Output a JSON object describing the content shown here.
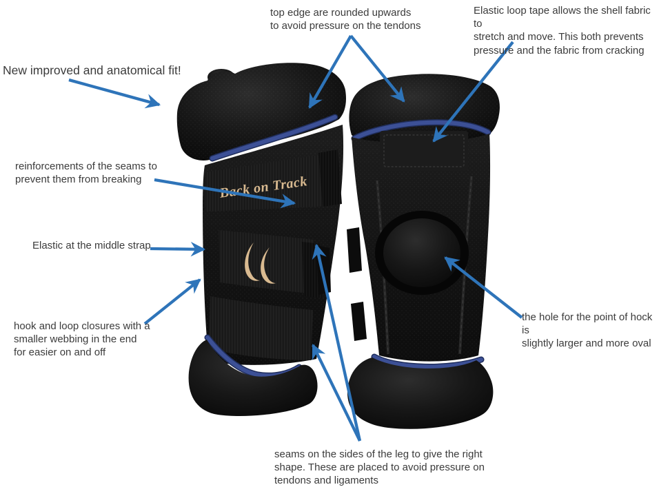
{
  "colors": {
    "background": "#FFFFFF",
    "arrow_blue": "#2E74B9",
    "piping_blue": "#3C5096",
    "boot_black": "#141414",
    "brand_tan": "#D9BA90",
    "label_text": "#3B3B3B"
  },
  "product": {
    "brand_text": "Back on Track"
  },
  "annotations": {
    "new_improved": "New improved and anatomical fit!",
    "top_edge": "top edge are rounded upwards\nto avoid pressure on the tendons",
    "elastic_loop": "Elastic loop tape allows the shell fabric to\nstretch and move. This both prevents\npressure and the fabric from cracking",
    "reinforcements": "reinforcements of the seams to\nprevent them from breaking",
    "elastic_middle": "Elastic at the middle strap",
    "hook_loop": "hook and loop closures with a\nsmaller webbing in the end\nfor easier on and off",
    "hock_hole": "the hole for the point of hock is\nslightly larger and more oval",
    "seams": "seams on the sides of the leg to give the right\nshape. These are placed to avoid pressure on\ntendons and ligaments"
  }
}
